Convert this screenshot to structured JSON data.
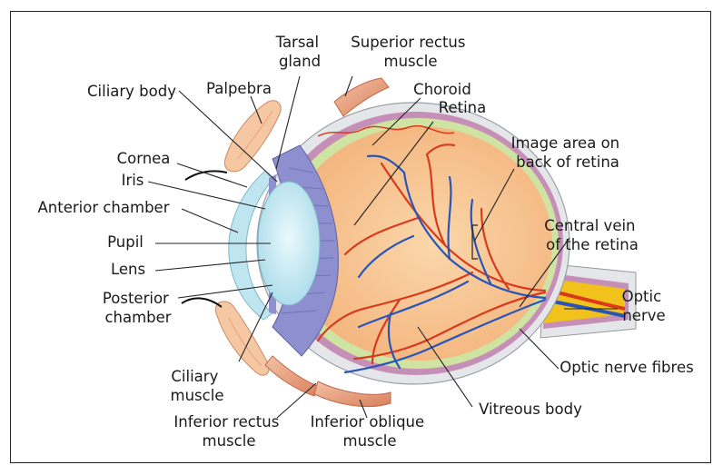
{
  "labels": {
    "tarsal_gland": [
      "Tarsal",
      "gland"
    ],
    "superior_rectus": [
      "Superior rectus",
      "muscle"
    ],
    "palpebra": "Palpebra",
    "ciliary_body": "Ciliary body",
    "choroid": "Choroid",
    "retina": "Retina",
    "image_area": [
      "Image area on",
      "back of retina"
    ],
    "cornea": "Cornea",
    "iris": "Iris",
    "anterior_chamber": "Anterior chamber",
    "pupil": "Pupil",
    "lens": "Lens",
    "posterior_chamber": [
      "Posterior",
      "chamber"
    ],
    "central_vein": [
      "Central vein",
      "of the retina"
    ],
    "optic_nerve": [
      "Optic",
      "nerve"
    ],
    "optic_nerve_fibres": "Optic nerve fibres",
    "ciliary_muscle": [
      "Ciliary",
      "muscle"
    ],
    "inferior_rectus": [
      "Inferior rectus",
      "muscle"
    ],
    "inferior_oblique": [
      "Inferior oblique",
      "muscle"
    ],
    "vitreous_body": "Vitreous body"
  },
  "colors": {
    "sclera": "#e4e6ea",
    "choroid": "#c58fb8",
    "retina_band": "#cfe3a3",
    "vitreous": "#f7c596",
    "ciliary": "#8d8fcf",
    "lens": "#cfeef6",
    "cornea": "#bfe6f0",
    "muscle": "#e8a07f",
    "artery": "#d93a1c",
    "vein": "#2a55b8",
    "nerve_yellow": "#f1c21b"
  }
}
